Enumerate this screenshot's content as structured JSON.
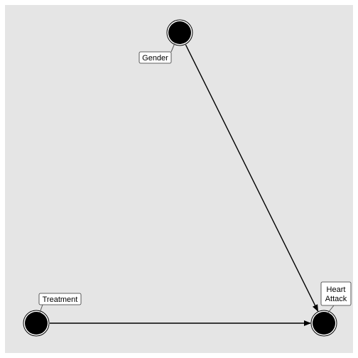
{
  "diagram": {
    "type": "directed-acyclic-graph",
    "panel_color": "#e5e5e5",
    "node_color": "#000000",
    "label_box_color": "#ffffff",
    "nodes": [
      {
        "id": "gender",
        "label_lines": [
          "Gender"
        ]
      },
      {
        "id": "treatment",
        "label_lines": [
          "Treatment"
        ]
      },
      {
        "id": "heart_attack",
        "label_lines": [
          "Heart",
          "Attack"
        ]
      }
    ],
    "edges": [
      {
        "from": "gender",
        "to": "heart_attack"
      },
      {
        "from": "treatment",
        "to": "heart_attack"
      }
    ]
  }
}
